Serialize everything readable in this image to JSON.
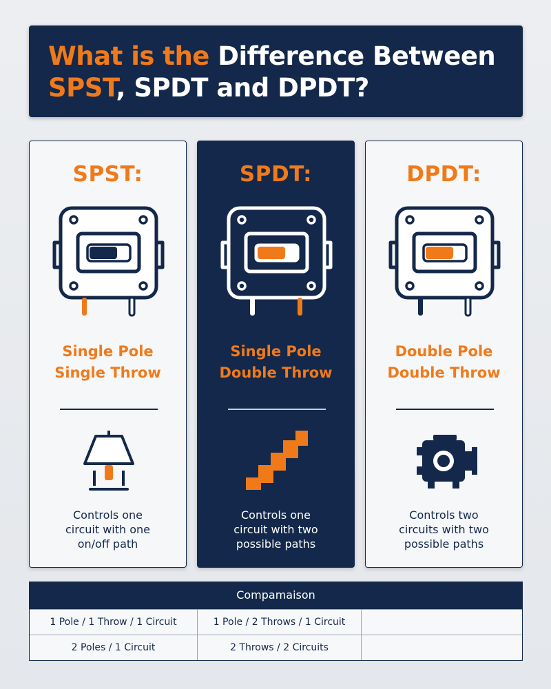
{
  "header": {
    "line1_accent": "What is the ",
    "line1_rest": "Difference Between",
    "line2_accent": "SPST",
    "line2_rest": ", SPDT and DPDT?"
  },
  "colors": {
    "navy": "#13284a",
    "orange": "#f07a1a",
    "light": "#f6f7f9"
  },
  "cards": [
    {
      "title": "SPST:",
      "subtitle_line1": "Single Pole",
      "subtitle_line2": "Single Throw",
      "switch_icon": "switch-toggle-off-icon",
      "illustration_icon": "lamp-icon",
      "desc_line1": "Controls one",
      "desc_line2": "circuit with one",
      "desc_line3": "on/off path"
    },
    {
      "title": "SPDT:",
      "subtitle_line1": "Single Pole",
      "subtitle_line2": "Double Throw",
      "switch_icon": "switch-toggle-left-icon",
      "illustration_icon": "staircase-icon",
      "desc_line1": "Controls one",
      "desc_line2": "circuit with two",
      "desc_line3": "possible paths"
    },
    {
      "title": "DPDT:",
      "subtitle_line1": "Double Pole",
      "subtitle_line2": "Double Throw",
      "switch_icon": "switch-toggle-orange-icon",
      "illustration_icon": "motor-icon",
      "desc_line1": "Controls two",
      "desc_line2": "circuits with two",
      "desc_line3": "possible paths"
    }
  ],
  "comparison": {
    "heading": "Compamaison",
    "rows": [
      [
        "1 Pole / 1 Throw / 1 Circuit",
        "1 Pole / 2 Throws / 1 Circuit",
        ""
      ],
      [
        "2 Poles / 1 Circuit",
        "2 Throws / 2 Circuits",
        ""
      ]
    ]
  }
}
